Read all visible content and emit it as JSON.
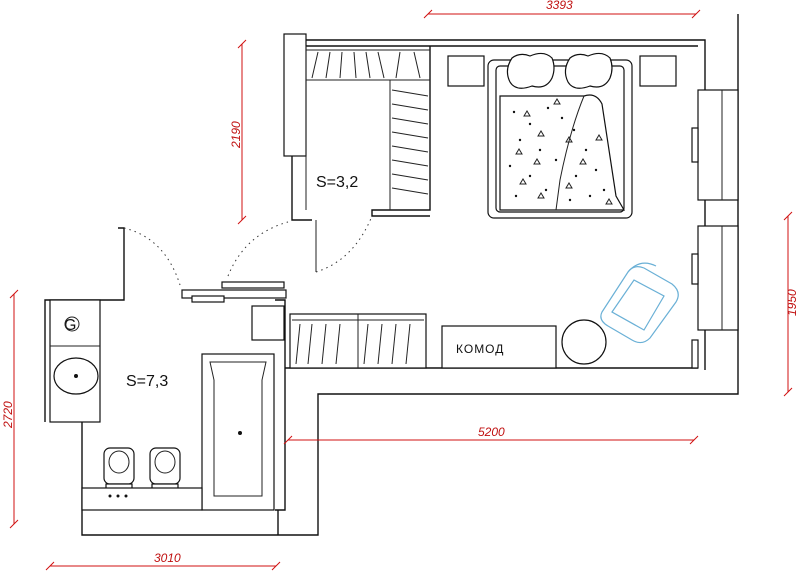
{
  "dimensions": {
    "top_width": "3393",
    "left_upper_height": "2190",
    "right_height": "1950",
    "left_lower_height": "2720",
    "middle_width": "5200",
    "bottom_width": "3010"
  },
  "rooms": {
    "closet_area": "S=3,2",
    "bathroom_area": "S=7,3"
  },
  "furniture": {
    "dresser_label": "КОМОД",
    "washer_symbol": "G"
  },
  "colors": {
    "dimension": "#d01010",
    "chair": "#6ab0d6",
    "lines": "#111111"
  }
}
